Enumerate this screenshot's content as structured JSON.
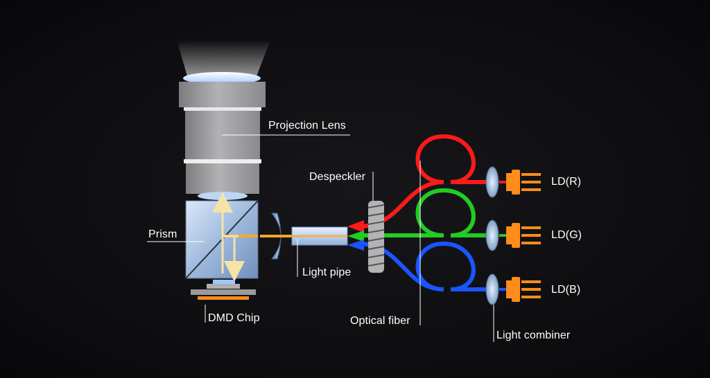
{
  "labels": {
    "projection_lens": "Projection Lens",
    "prism": "Prism",
    "dmd_chip": "DMD Chip",
    "light_pipe": "Light pipe",
    "despeckler": "Despeckler",
    "optical_fiber": "Optical fiber",
    "ld_r": "LD(R)",
    "ld_g": "LD(G)",
    "ld_b": "LD(B)",
    "light_combiner": "Light combiner"
  },
  "colors": {
    "red_beam": "#ff1a1a",
    "green_beam": "#22cc22",
    "blue_beam": "#1a55ff",
    "orange_beam": "#ff9a1a",
    "laser_diode": "#ff8c1a",
    "lens_gray": "#a9a9a9",
    "text": "#ffffff"
  }
}
